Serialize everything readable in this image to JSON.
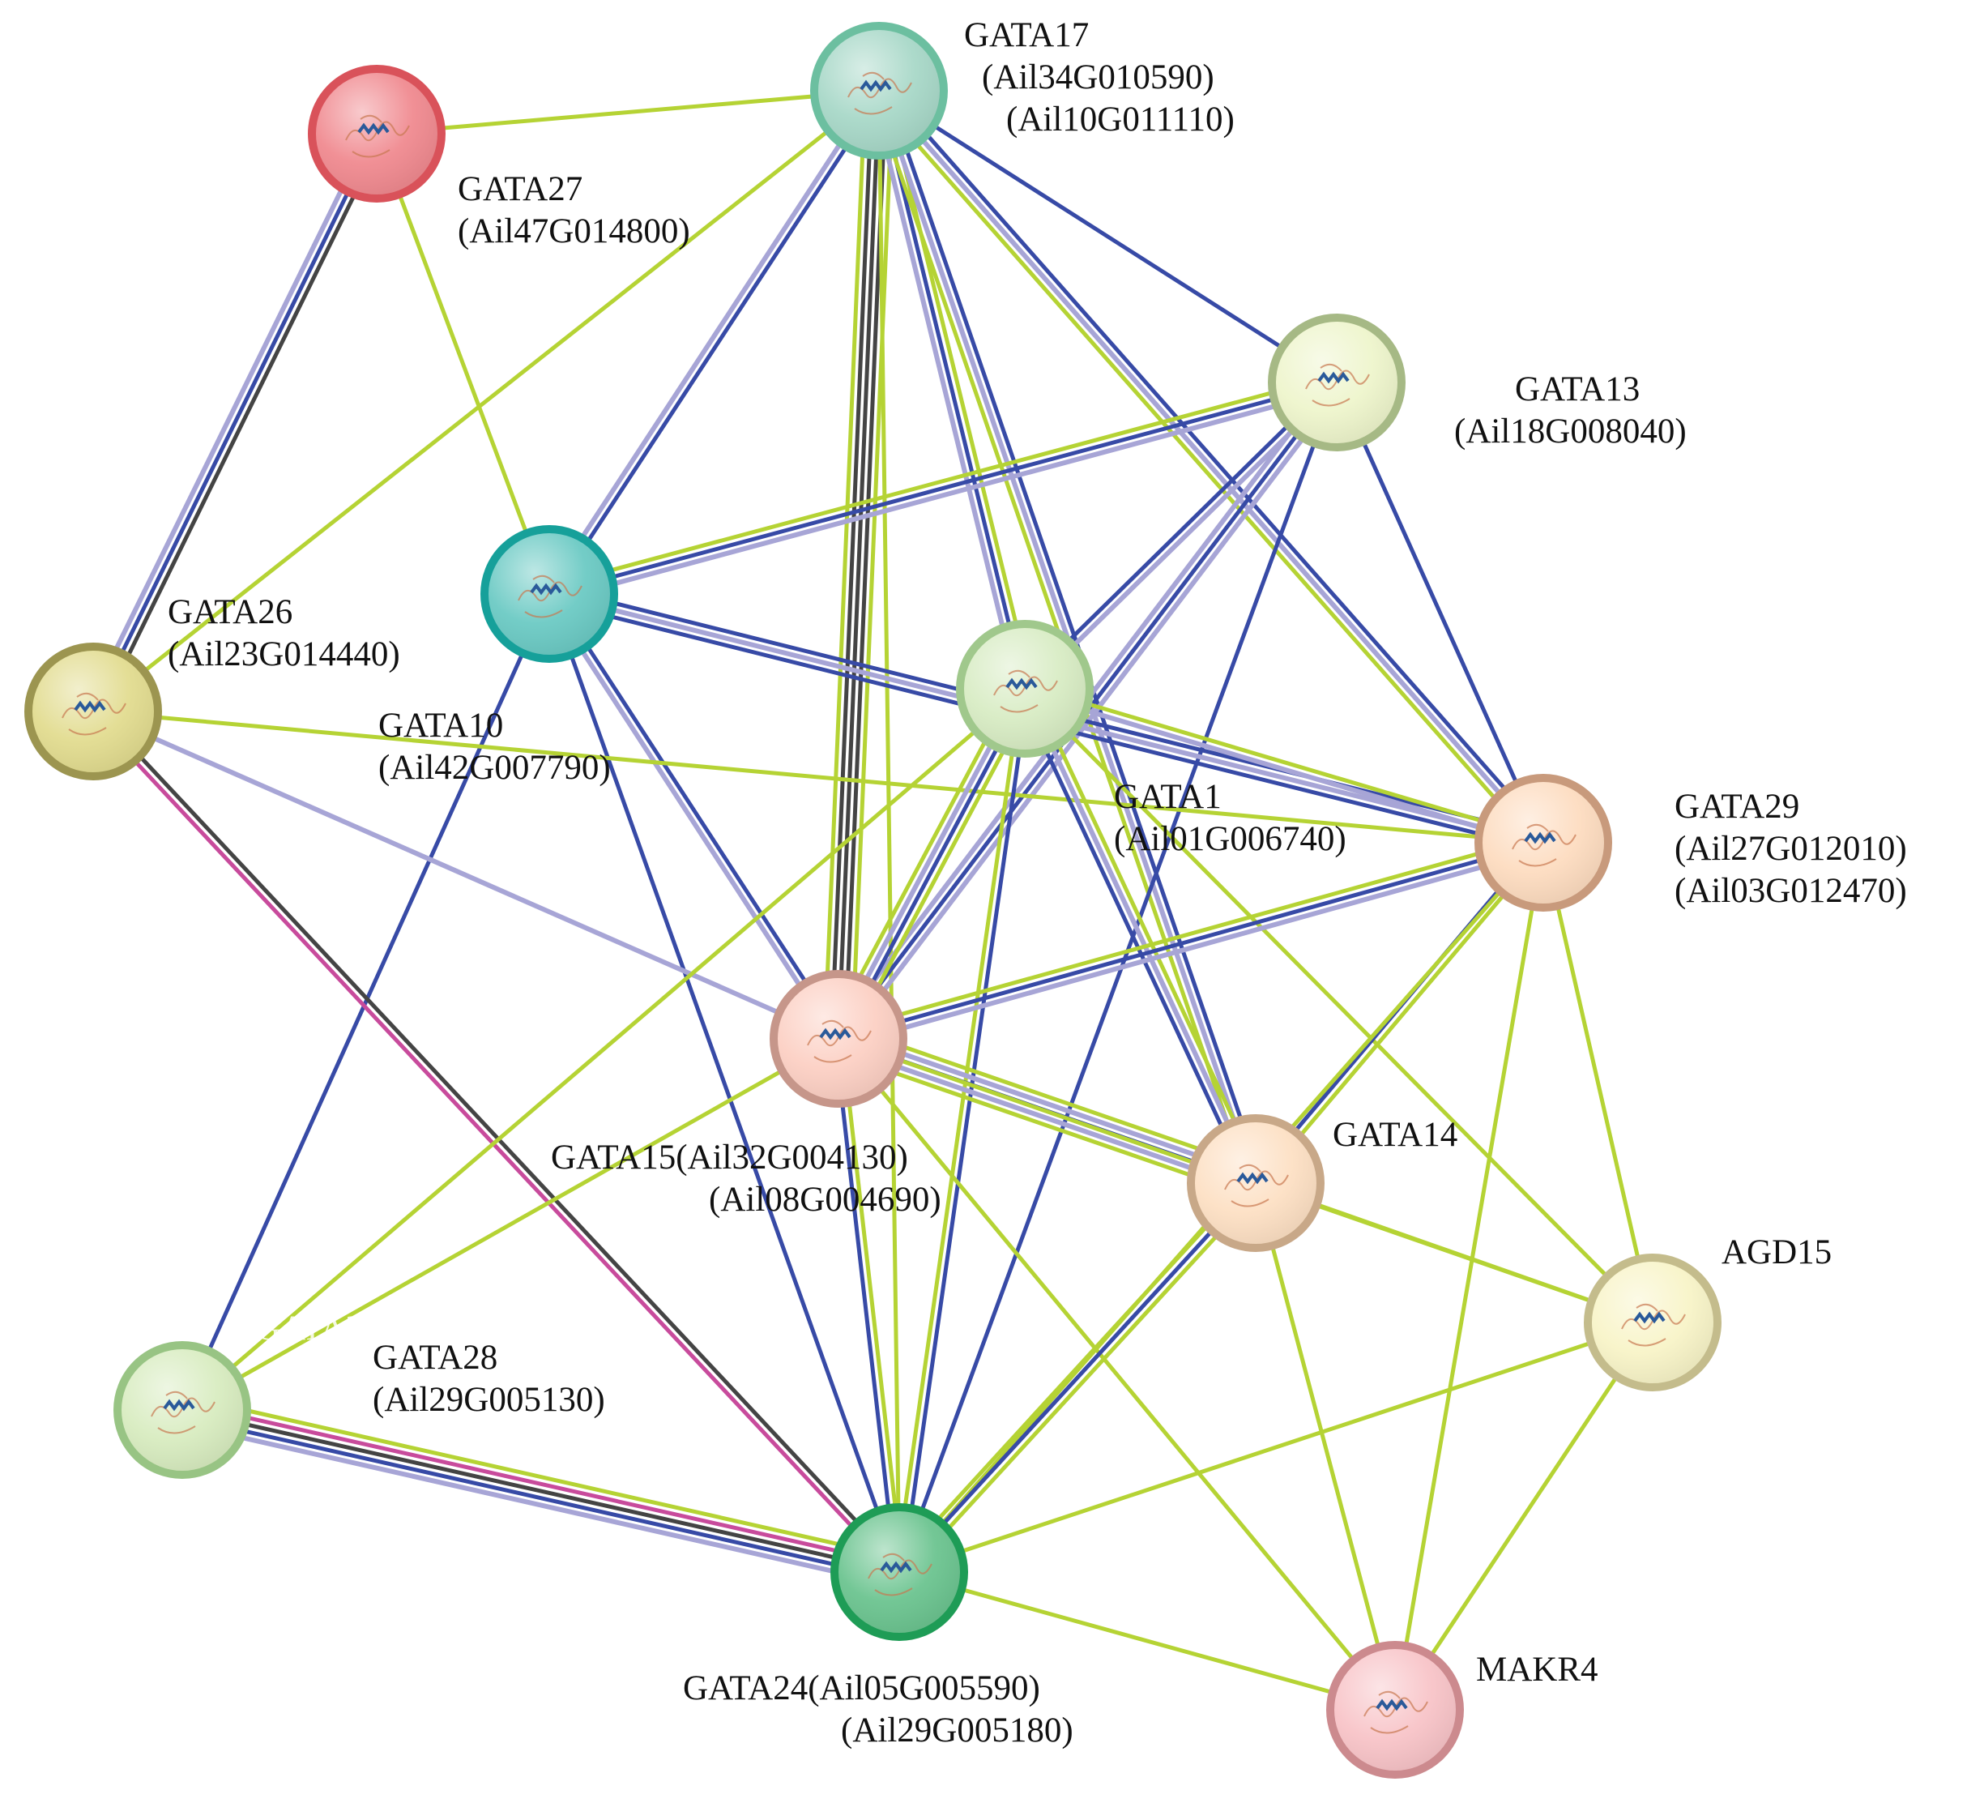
{
  "nodes": [
    {
      "id": "GATA17",
      "lines": [
        "GATA17",
        "(Ail34G010590)",
        "(Ail10G011110)"
      ],
      "fill": "#a8d8c8",
      "ring": "#6cbfa0"
    },
    {
      "id": "GATA27",
      "lines": [
        "GATA27",
        "(Ail47G014800)"
      ],
      "fill": "#f08a90",
      "ring": "#d9525a"
    },
    {
      "id": "GATA13",
      "lines": [
        "GATA13",
        "(Ail18G008040)"
      ],
      "fill": "#eef5cc",
      "ring": "#a6b985"
    },
    {
      "id": "GATA26",
      "lines": [
        "GATA26",
        "(Ail23G014440)"
      ],
      "fill": "#e2dc90",
      "ring": "#9c9550"
    },
    {
      "id": "GATA10",
      "lines": [
        "GATA10",
        "(Ail42G007790)"
      ],
      "fill": "#6ccac4",
      "ring": "#16a09a"
    },
    {
      "id": "GATA1",
      "lines": [
        "GATA1",
        "(Ail01G006740)"
      ],
      "fill": "#d8ecc4",
      "ring": "#a0c88c"
    },
    {
      "id": "GATA29",
      "lines": [
        "GATA29",
        "(Ail27G012010)",
        "(Ail03G012470)"
      ],
      "fill": "#fddcc0",
      "ring": "#c89a7c"
    },
    {
      "id": "GATA15",
      "lines": [
        "GATA15(Ail32G004130)",
        "(Ail08G004690)"
      ],
      "fill": "#fcd0c4",
      "ring": "#c6968a"
    },
    {
      "id": "GATA14",
      "lines": [
        "GATA14"
      ],
      "fill": "#fde0c4",
      "ring": "#c8a888"
    },
    {
      "id": "AGD15",
      "lines": [
        "AGD15"
      ],
      "fill": "#f8f4c8",
      "ring": "#c4bc8c"
    },
    {
      "id": "GATA28",
      "lines": [
        "GATA28",
        "(Ail29G005130)"
      ],
      "fill": "#d8ecc0",
      "ring": "#98c484"
    },
    {
      "id": "GATA24",
      "lines": [
        "GATA24(Ail05G005590)",
        "(Ail29G005180)"
      ],
      "fill": "#6cc490",
      "ring": "#1e9c56"
    },
    {
      "id": "MAKR4",
      "lines": [
        "MAKR4"
      ],
      "fill": "#f8c4c8",
      "ring": "#cc8a8e"
    }
  ],
  "ghost_label": "GATA28",
  "edge_colors": {
    "text_mining": "#b5d334",
    "coexpression": "#374aa6",
    "database": "#a7a5d6",
    "experiment": "#444444",
    "homology": "#c84b9c"
  },
  "edges": [
    {
      "a": "GATA27",
      "b": "GATA17",
      "types": [
        "text_mining"
      ]
    },
    {
      "a": "GATA27",
      "b": "GATA10",
      "types": [
        "text_mining"
      ]
    },
    {
      "a": "GATA27",
      "b": "GATA26",
      "types": [
        "experiment",
        "coexpression",
        "database"
      ]
    },
    {
      "a": "GATA17",
      "b": "GATA26",
      "types": [
        "text_mining"
      ]
    },
    {
      "a": "GATA17",
      "b": "GATA10",
      "types": [
        "coexpression",
        "database"
      ]
    },
    {
      "a": "GATA17",
      "b": "GATA15",
      "types": [
        "text_mining",
        "experiment",
        "experiment",
        "experiment",
        "text_mining"
      ]
    },
    {
      "a": "GATA17",
      "b": "GATA1",
      "types": [
        "text_mining",
        "coexpression",
        "database"
      ]
    },
    {
      "a": "GATA17",
      "b": "GATA13",
      "types": [
        "coexpression"
      ]
    },
    {
      "a": "GATA17",
      "b": "GATA29",
      "types": [
        "coexpression",
        "database",
        "text_mining"
      ]
    },
    {
      "a": "GATA17",
      "b": "GATA14",
      "types": [
        "coexpression",
        "database",
        "text_mining"
      ]
    },
    {
      "a": "GATA17",
      "b": "GATA24",
      "types": [
        "text_mining"
      ]
    },
    {
      "a": "GATA13",
      "b": "GATA10",
      "types": [
        "database",
        "coexpression",
        "text_mining"
      ]
    },
    {
      "a": "GATA13",
      "b": "GATA15",
      "types": [
        "database",
        "coexpression",
        "database"
      ]
    },
    {
      "a": "GATA13",
      "b": "GATA1",
      "types": [
        "database",
        "coexpression"
      ]
    },
    {
      "a": "GATA13",
      "b": "GATA29",
      "types": [
        "coexpression"
      ]
    },
    {
      "a": "GATA13",
      "b": "GATA24",
      "types": [
        "coexpression"
      ]
    },
    {
      "a": "GATA10",
      "b": "GATA29",
      "types": [
        "coexpression",
        "database",
        "coexpression"
      ]
    },
    {
      "a": "GATA10",
      "b": "GATA15",
      "types": [
        "coexpression",
        "database"
      ]
    },
    {
      "a": "GATA10",
      "b": "GATA24",
      "types": [
        "coexpression"
      ]
    },
    {
      "a": "GATA10",
      "b": "GATA28",
      "types": [
        "coexpression"
      ]
    },
    {
      "a": "GATA26",
      "b": "GATA15",
      "types": [
        "database"
      ]
    },
    {
      "a": "GATA26",
      "b": "GATA29",
      "types": [
        "text_mining"
      ]
    },
    {
      "a": "GATA26",
      "b": "GATA24",
      "types": [
        "experiment",
        "homology"
      ]
    },
    {
      "a": "GATA1",
      "b": "GATA15",
      "types": [
        "text_mining",
        "coexpression",
        "database",
        "text_mining"
      ]
    },
    {
      "a": "GATA1",
      "b": "GATA29",
      "types": [
        "text_mining",
        "database"
      ]
    },
    {
      "a": "GATA1",
      "b": "GATA14",
      "types": [
        "text_mining",
        "database",
        "coexpression"
      ]
    },
    {
      "a": "GATA1",
      "b": "GATA24",
      "types": [
        "coexpression",
        "text_mining"
      ]
    },
    {
      "a": "GATA1",
      "b": "GATA28",
      "types": [
        "text_mining"
      ]
    },
    {
      "a": "GATA1",
      "b": "AGD15",
      "types": [
        "text_mining"
      ]
    },
    {
      "a": "GATA29",
      "b": "GATA15",
      "types": [
        "database",
        "coexpression",
        "text_mining"
      ]
    },
    {
      "a": "GATA29",
      "b": "GATA14",
      "types": [
        "text_mining",
        "coexpression"
      ]
    },
    {
      "a": "GATA29",
      "b": "GATA24",
      "types": [
        "text_mining"
      ]
    },
    {
      "a": "GATA29",
      "b": "AGD15",
      "types": [
        "text_mining"
      ]
    },
    {
      "a": "GATA29",
      "b": "MAKR4",
      "types": [
        "text_mining"
      ]
    },
    {
      "a": "GATA15",
      "b": "GATA14",
      "types": [
        "text_mining",
        "database",
        "coexpression",
        "database",
        "text_mining"
      ]
    },
    {
      "a": "GATA15",
      "b": "GATA24",
      "types": [
        "text_mining",
        "coexpression"
      ]
    },
    {
      "a": "GATA15",
      "b": "GATA28",
      "types": [
        "text_mining"
      ]
    },
    {
      "a": "GATA15",
      "b": "MAKR4",
      "types": [
        "text_mining"
      ]
    },
    {
      "a": "GATA15",
      "b": "AGD15",
      "types": [
        "text_mining"
      ]
    },
    {
      "a": "GATA14",
      "b": "GATA24",
      "types": [
        "text_mining",
        "coexpression",
        "text_mining"
      ]
    },
    {
      "a": "GATA14",
      "b": "AGD15",
      "types": [
        "text_mining"
      ]
    },
    {
      "a": "GATA14",
      "b": "MAKR4",
      "types": [
        "text_mining"
      ]
    },
    {
      "a": "AGD15",
      "b": "GATA24",
      "types": [
        "text_mining"
      ]
    },
    {
      "a": "AGD15",
      "b": "MAKR4",
      "types": [
        "text_mining"
      ]
    },
    {
      "a": "GATA24",
      "b": "MAKR4",
      "types": [
        "text_mining"
      ]
    },
    {
      "a": "GATA28",
      "b": "GATA24",
      "types": [
        "text_mining",
        "homology",
        "experiment",
        "coexpression",
        "database"
      ]
    }
  ]
}
